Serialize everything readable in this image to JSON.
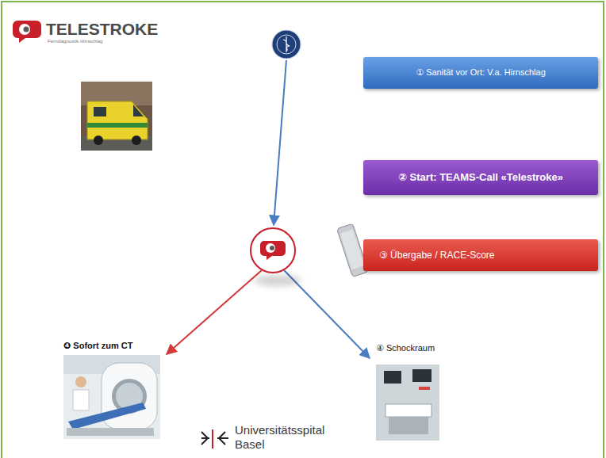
{
  "diagram": {
    "nodes": [
      {
        "text": [
          "① Sanität vor Ort: V.a. Hirnschlag"
        ]
      },
      {
        "text": [
          "② Start: TEAMS-Call «Telestroke»"
        ]
      },
      {
        "text": [
          "③ Übergabe / RACE-Score"
        ]
      },
      {
        "text": [
          "❹ Sofort zum CT"
        ]
      },
      {
        "text": [
          "④ Schockraum"
        ]
      }
    ],
    "labels": [
      "TELESTROKE",
      "Ferndiagnostik Hirnschlag",
      "Universitätsspital Basel"
    ]
  }
}
